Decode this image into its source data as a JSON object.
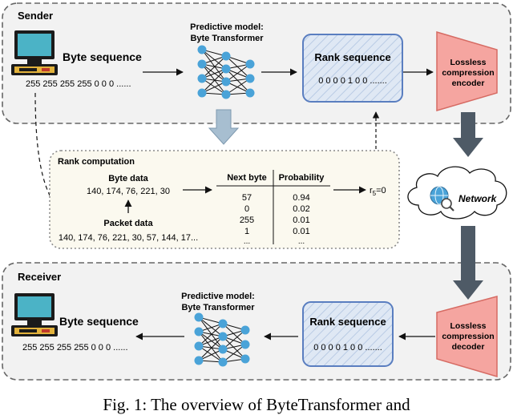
{
  "sender": {
    "title": "Sender",
    "byte_sequence_label": "Byte sequence",
    "byte_sequence_value": "255 255 255 255 0 0 0 ......",
    "model_title_line1": "Predictive model:",
    "model_title_line2": "Byte Transformer",
    "rank_sequence_label": "Rank sequence",
    "rank_sequence_value": "0 0 0 0 1 0 0 .......",
    "encoder_line1": "Lossless",
    "encoder_line2": "compression",
    "encoder_line3": "encoder"
  },
  "rank_computation": {
    "title": "Rank computation",
    "byte_data_label": "Byte data",
    "byte_data_value": "140, 174, 76, 221, 30",
    "packet_data_label": "Packet data",
    "packet_data_value": "140, 174, 76, 221, 30, 57, 144, 17...",
    "table": {
      "headers": [
        "Next byte",
        "Probability"
      ],
      "rows": [
        [
          "57",
          "0.94"
        ],
        [
          "0",
          "0.02"
        ],
        [
          "255",
          "0.01"
        ],
        [
          "1",
          "0.01"
        ],
        [
          "...",
          "..."
        ]
      ]
    },
    "rank_result_prefix": "r",
    "rank_result_sub": "5",
    "rank_result_suffix": "=0"
  },
  "network": {
    "label": "Network"
  },
  "receiver": {
    "title": "Receiver",
    "byte_sequence_label": "Byte sequence",
    "byte_sequence_value": "255 255 255 255 0 0 0 ......",
    "model_title_line1": "Predictive model:",
    "model_title_line2": "Byte Transformer",
    "rank_sequence_label": "Rank sequence",
    "rank_sequence_value": "0 0 0 0 1 0 0 .......",
    "decoder_line1": "Lossless",
    "decoder_line2": "compression",
    "decoder_line3": "decoder"
  },
  "caption": "Fig. 1: The overview of ByteTransformer and",
  "colors": {
    "panel_bg": "#f2f2f2",
    "panel_border": "#666666",
    "rank_bg": "#fbf9ef",
    "rank_box_fill": "#dfe8f4",
    "rank_box_border": "#5a7ec0",
    "trapezoid_fill": "#f5a5a0",
    "trapezoid_border": "#d66b63",
    "neuron_fill": "#4aa3d8",
    "arrow_dark": "#4e5a66",
    "arrow_light": "#a7bed0"
  }
}
